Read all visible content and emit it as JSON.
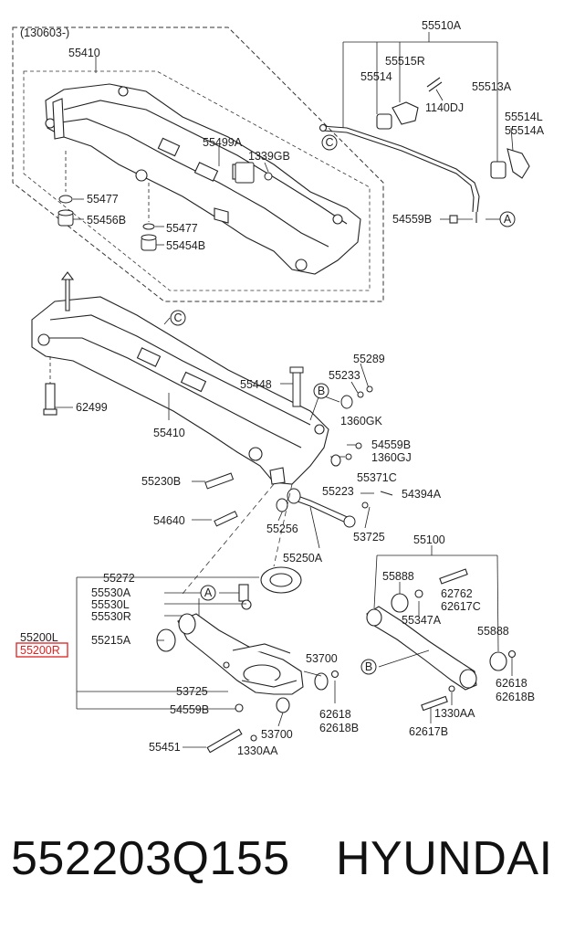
{
  "diagram": {
    "revision": "(130603-)",
    "labels": {
      "p55510A": "55510A",
      "p55515R": "55515R",
      "p55514": "55514",
      "p1140DJ": "1140DJ",
      "p55513A": "55513A",
      "p55514L": "55514L",
      "p55514A": "55514A",
      "p54559B_top": "54559B",
      "p55410_top": "55410",
      "p55499A": "55499A",
      "p1339GB": "1339GB",
      "p55477_a": "55477",
      "p55456B": "55456B",
      "p55477_b": "55477",
      "p55454B": "55454B",
      "p55289": "55289",
      "p55448": "55448",
      "p55233": "55233",
      "p62499": "62499",
      "p1360GK": "1360GK",
      "p55410_mid": "55410",
      "p54559B_mid": "54559B",
      "p1360GJ": "1360GJ",
      "p55230B": "55230B",
      "p55223": "55223",
      "p55371C": "55371C",
      "p54394A": "54394A",
      "p54640": "54640",
      "p55256": "55256",
      "p55725": "53725",
      "p55250A": "55250A",
      "p55100": "55100",
      "p55272": "55272",
      "p55888_a": "55888",
      "p62762": "62762",
      "p62617C": "62617C",
      "p55530A": "55530A",
      "p55530L": "55530L",
      "p55530R": "55530R",
      "p55347A": "55347A",
      "p55200L": "55200L",
      "p55200R": "55200R",
      "p55215A": "55215A",
      "p55888_b": "55888",
      "p53700_a": "53700",
      "p62618_a": "62618",
      "p62618B_a": "62618B",
      "p62618_b": "62618",
      "p62618B_b": "62618B",
      "p53725_b": "53725",
      "p54559B_bot": "54559B",
      "p1330AA_a": "1330AA",
      "p53700_b": "53700",
      "p62617B": "62617B",
      "p55451": "55451",
      "p1330AA_b": "1330AA"
    },
    "callouts": {
      "c_top": "C",
      "a_top": "A",
      "c_mid": "C",
      "b_mid": "B",
      "a_bot": "A",
      "b_bot": "B"
    },
    "highlight_color": "#e02020"
  },
  "footer": {
    "part_number": "552203Q155",
    "brand": "HYUNDAI"
  }
}
